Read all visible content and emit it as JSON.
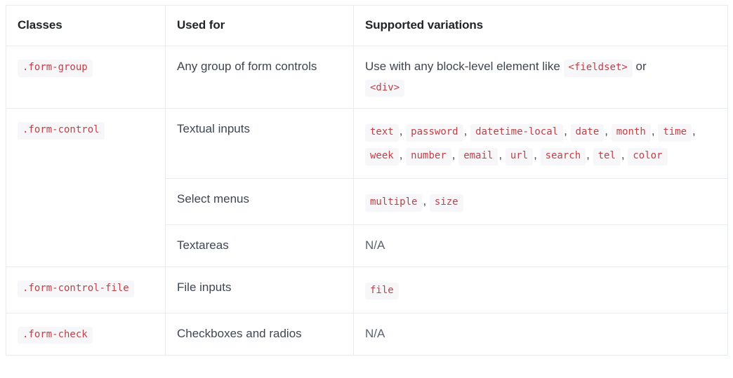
{
  "table": {
    "headers": [
      "Classes",
      "Used for",
      "Supported variations"
    ],
    "rows": [
      {
        "class_name": ".form-group",
        "class_rowspan": 1,
        "sub_rows": [
          {
            "used_for": "Any group of form controls",
            "variation_type": "prose",
            "prose": {
              "lead": "Use with any block-level element like ",
              "code_1": "<fieldset>",
              "middle": " or",
              "code_2": "<div>"
            }
          }
        ]
      },
      {
        "class_name": ".form-control",
        "class_rowspan": 3,
        "sub_rows": [
          {
            "used_for": "Textual inputs",
            "variation_type": "chips",
            "chips": [
              "text",
              "password",
              "datetime-local",
              "date",
              "month",
              "time",
              "week",
              "number",
              "email",
              "url",
              "search",
              "tel",
              "color"
            ]
          },
          {
            "used_for": "Select menus",
            "variation_type": "chips",
            "chips": [
              "multiple",
              "size"
            ]
          },
          {
            "used_for": "Textareas",
            "variation_type": "na",
            "na_text": "N/A"
          }
        ]
      },
      {
        "class_name": ".form-control-file",
        "class_rowspan": 1,
        "sub_rows": [
          {
            "used_for": "File inputs",
            "variation_type": "chips",
            "chips": [
              "file"
            ]
          }
        ]
      },
      {
        "class_name": ".form-check",
        "class_rowspan": 1,
        "sub_rows": [
          {
            "used_for": "Checkboxes and radios",
            "variation_type": "na",
            "na_text": "N/A"
          }
        ]
      }
    ]
  },
  "colors": {
    "code_text": "#bd4147",
    "code_background": "#f7f7f9",
    "border": "#e9ecef",
    "header_text": "#212529",
    "body_text": "#3e4651",
    "muted_text": "#5a636d"
  }
}
